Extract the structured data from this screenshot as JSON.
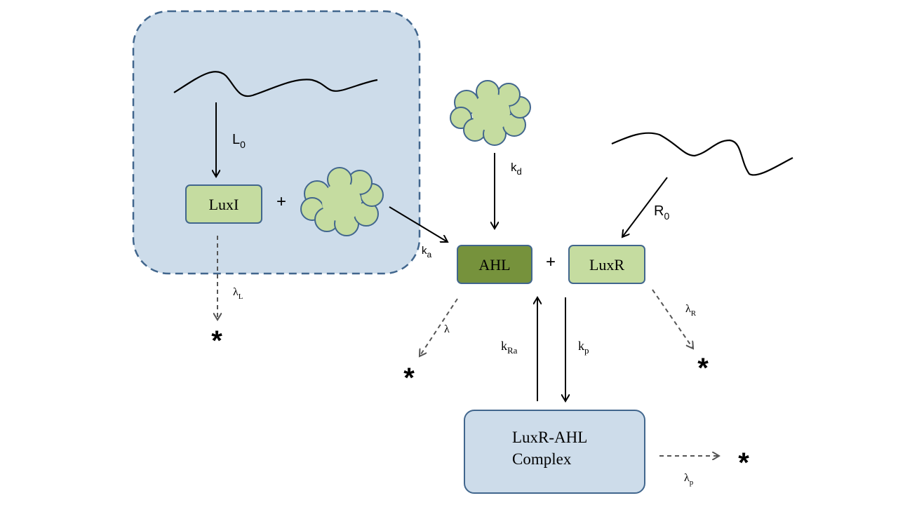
{
  "colors": {
    "cell_fill": "#cddcea",
    "cell_border": "#41668d",
    "light_green": "#c5dca0",
    "dark_green": "#76923c",
    "box_border": "#41668d",
    "complex_fill": "#cddcea",
    "arrow": "#000000",
    "dashed_arrow": "#555555"
  },
  "nodes": {
    "luxi": "LuxI",
    "ahl": "AHL",
    "luxr": "LuxR",
    "complex_line1": "LuxR-AHL",
    "complex_line2": "Complex"
  },
  "operators": {
    "plus_left": "+",
    "plus_right": "+"
  },
  "rates": {
    "L0": {
      "base": "L",
      "sub": "0"
    },
    "R0": {
      "base": "R",
      "sub": "0"
    },
    "kd": {
      "base": "k",
      "sub": "d"
    },
    "ka": {
      "base": "k",
      "sub": "a"
    },
    "kRa": {
      "base": "k",
      "sub": "Ra"
    },
    "kp": {
      "base": "k",
      "sub": "p"
    },
    "lambda": {
      "base": "λ",
      "sub": ""
    },
    "lambdaL": {
      "base": "λ",
      "sub": "L"
    },
    "lambdaR": {
      "base": "λ",
      "sub": "R"
    },
    "lambdaP": {
      "base": "λ",
      "sub": "p"
    }
  },
  "sinks": {
    "luxi": "*",
    "ahl": "*",
    "luxr": "*",
    "complex": "*"
  }
}
